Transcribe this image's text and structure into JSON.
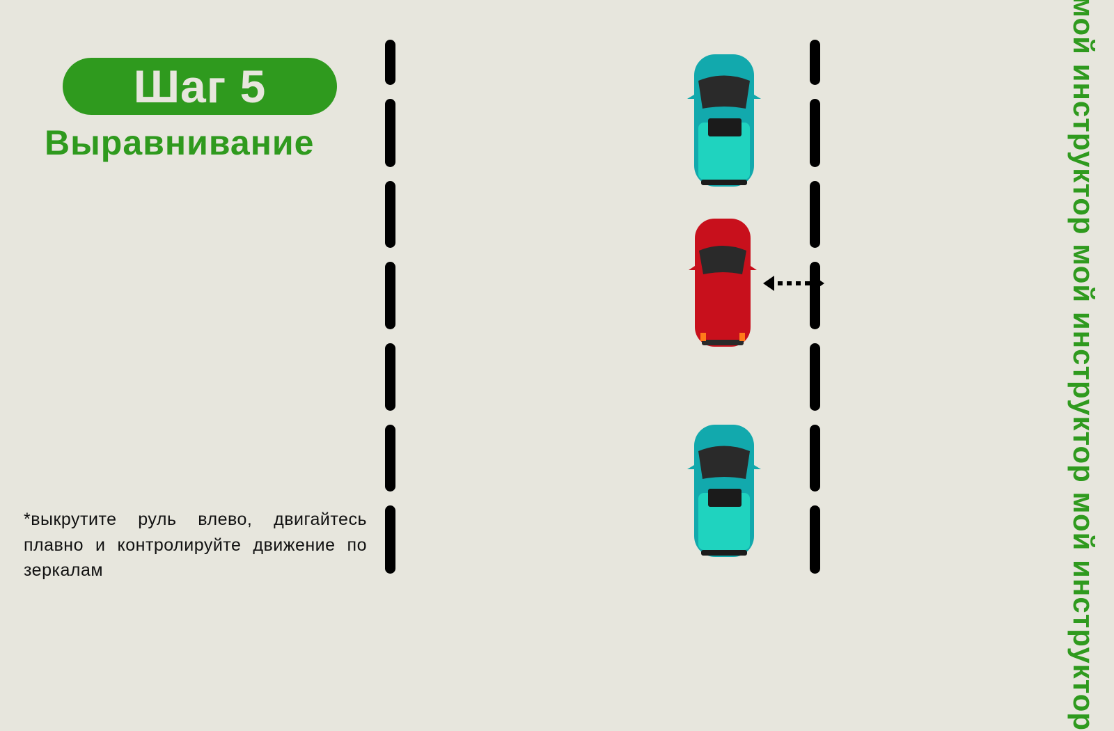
{
  "step": {
    "label": "Шаг 5"
  },
  "title": "Выравнивание",
  "note": "*выкрутите руль влево, двигайтесь плавно и контролируйте движение по зеркалам",
  "watermark": "мой инструктор мой инструктор мой инструктор",
  "colors": {
    "accent": "#2f9a1e",
    "background": "#e7e6dd",
    "parked_car": "#12b3b0",
    "learner_car": "#c8101c"
  },
  "icons": [
    "parked-car-icon",
    "learner-car-icon",
    "double-arrow-icon"
  ]
}
